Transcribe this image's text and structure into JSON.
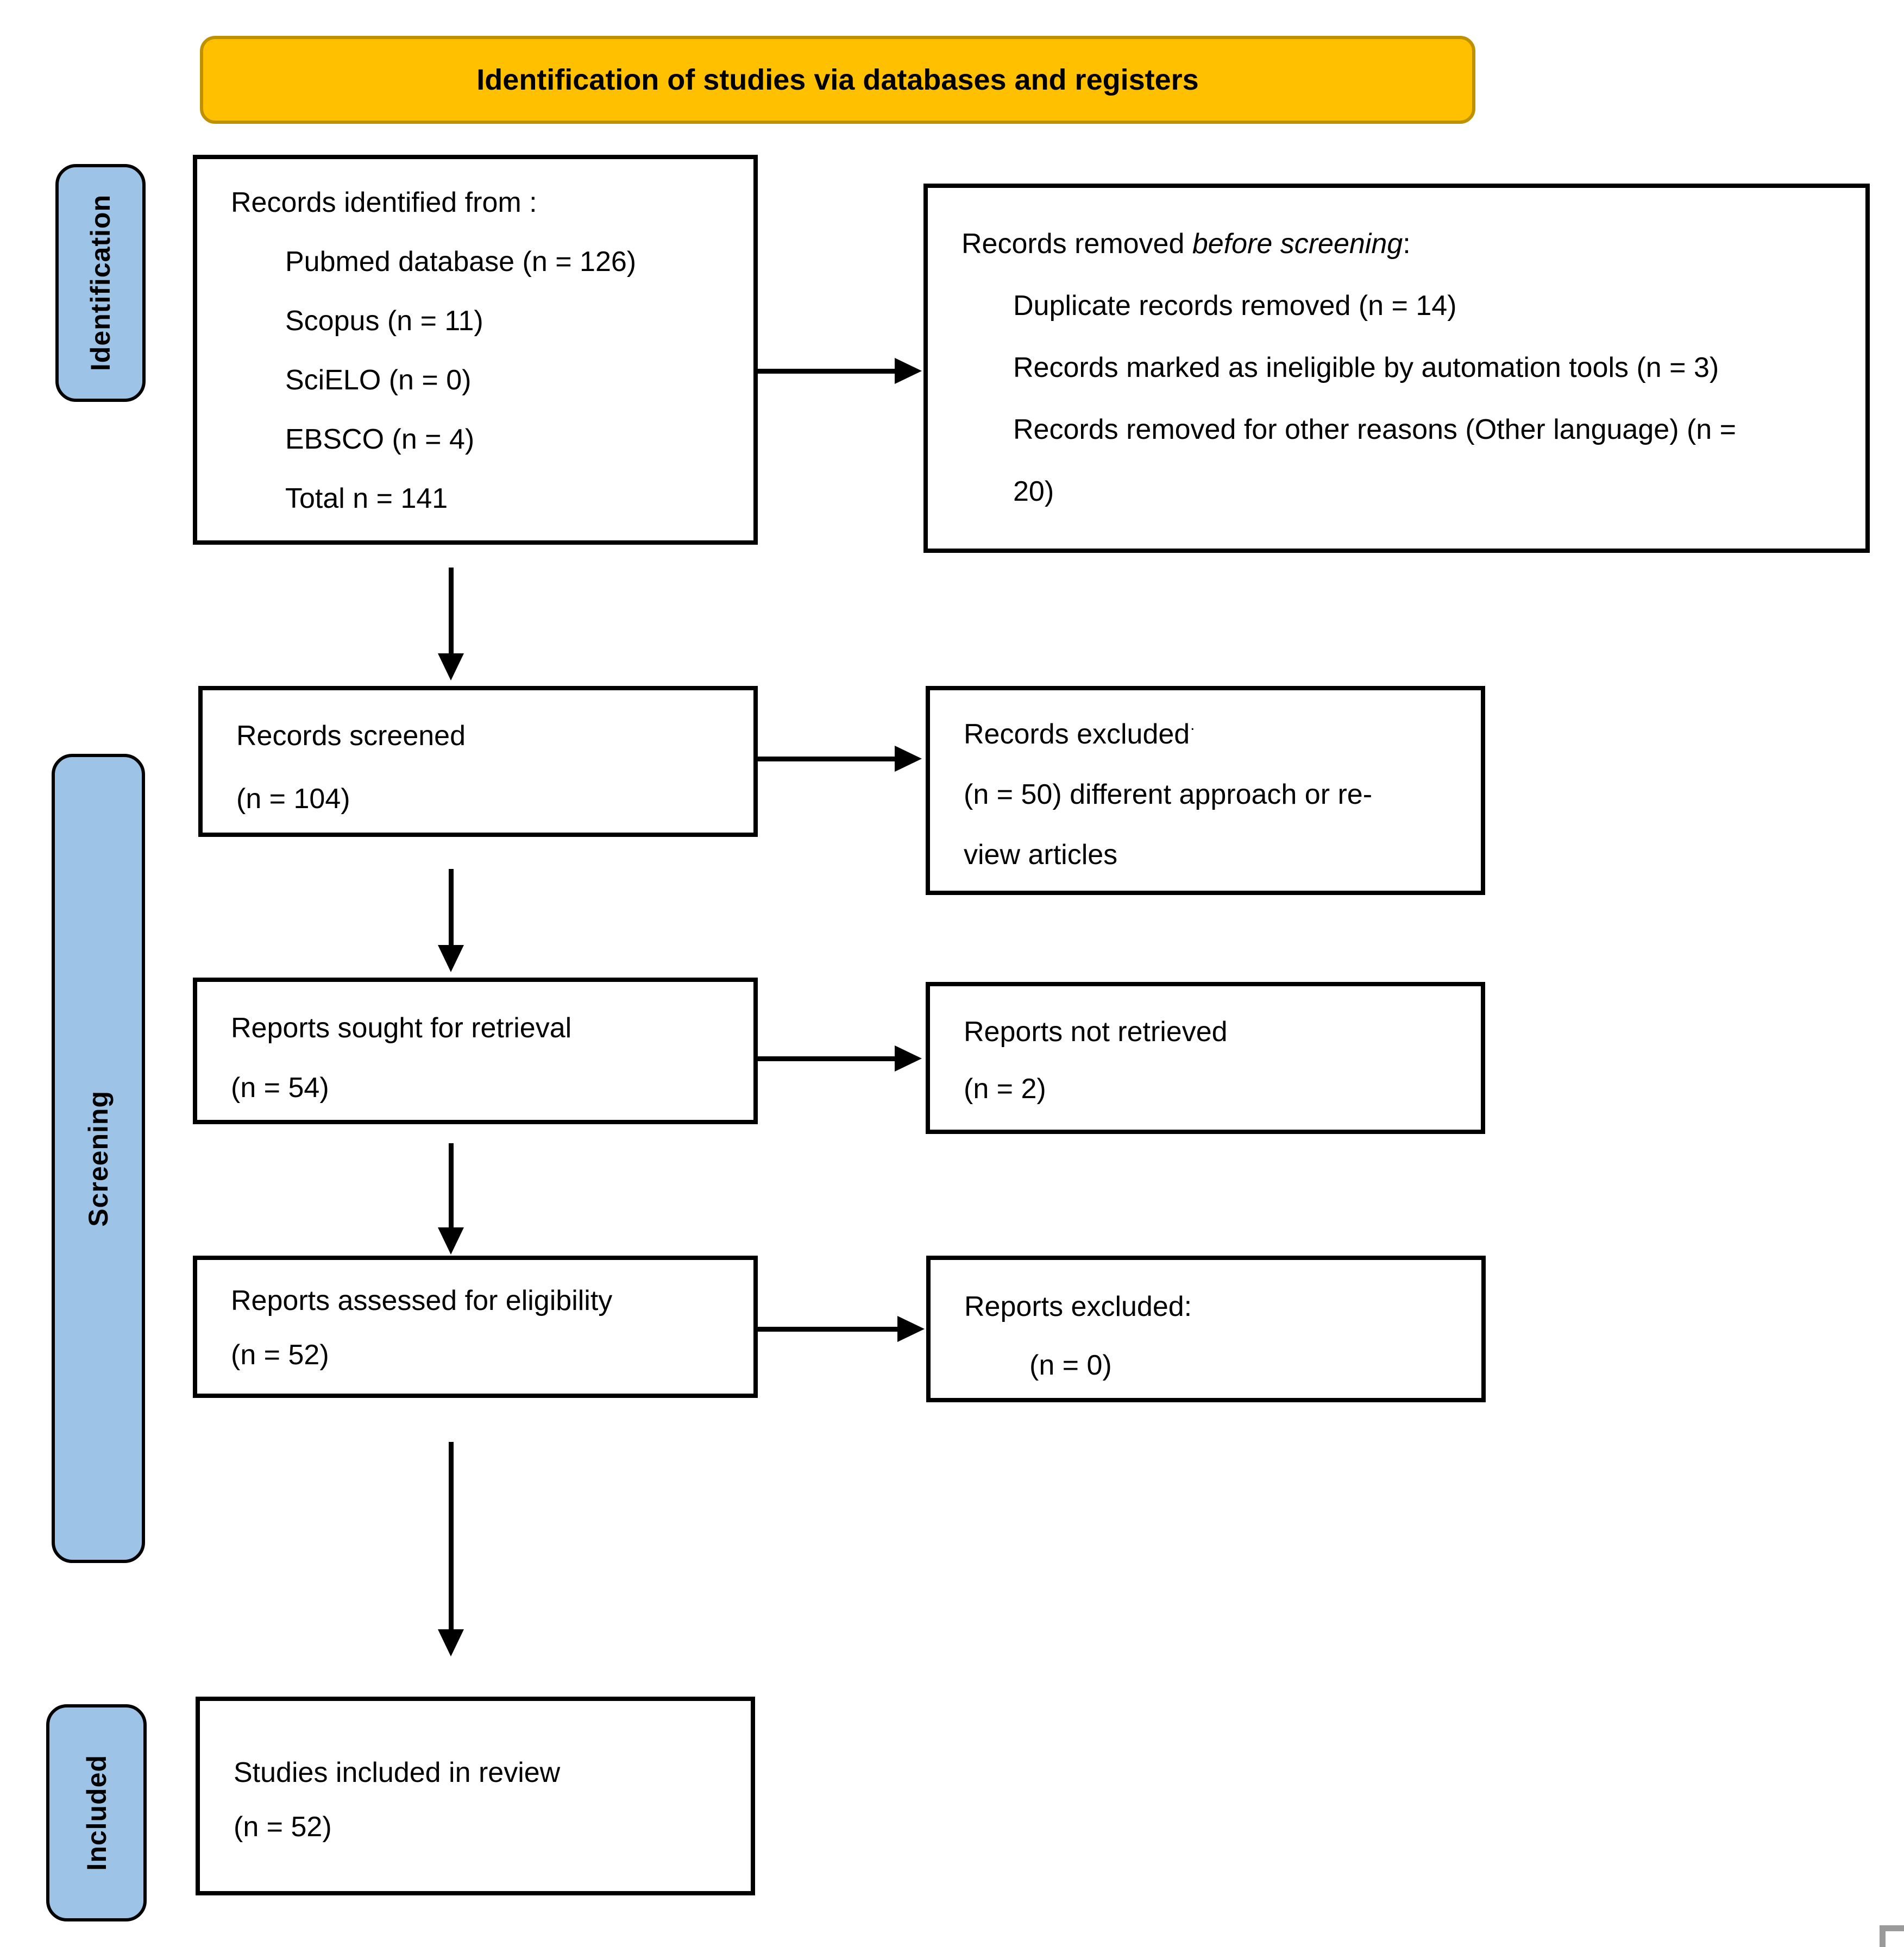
{
  "banner": {
    "title": "Identification of studies via databases and registers"
  },
  "stages": [
    {
      "label": "Identification"
    },
    {
      "label": "Screening"
    },
    {
      "label": "Included"
    }
  ],
  "boxes": {
    "identified": {
      "title": "Records identified from :",
      "items": [
        "Pubmed database (n = 126)",
        "Scopus (n = 11)",
        "SciELO (n = 0)",
        "EBSCO (n = 4)",
        "Total n = 141"
      ]
    },
    "removed": {
      "title_prefix": "Records removed ",
      "title_italic": "before screening",
      "title_suffix": ":",
      "items": [
        "Duplicate records removed (n = 14)",
        "Records marked as ineligible by automation tools (n = 3)",
        "Records removed for other reasons (Other language) (n =",
        "20)"
      ]
    },
    "screened": {
      "lines": [
        "Records screened",
        "(n = 104)"
      ]
    },
    "records_excluded": {
      "sup": "·",
      "lines": [
        "Records excluded",
        "(n = 50) different approach or re-",
        "view articles"
      ]
    },
    "sought": {
      "lines": [
        "Reports sought for retrieval",
        "(n = 54)"
      ]
    },
    "not_retrieved": {
      "lines": [
        "Reports not retrieved",
        "(n = 2)"
      ]
    },
    "assessed": {
      "lines": [
        "Reports assessed for eligibility",
        "(n = 52)"
      ]
    },
    "reports_excluded": {
      "lines": [
        "Reports excluded:",
        "(n = 0)"
      ]
    },
    "included_review": {
      "lines": [
        "Studies included in review",
        "(n = 52)"
      ]
    }
  },
  "colors": {
    "banner_fill": "#FFC000",
    "banner_border": "#BF9000",
    "stage_fill": "#9DC3E6",
    "box_border": "#000000",
    "background": "#FFFFFF"
  }
}
